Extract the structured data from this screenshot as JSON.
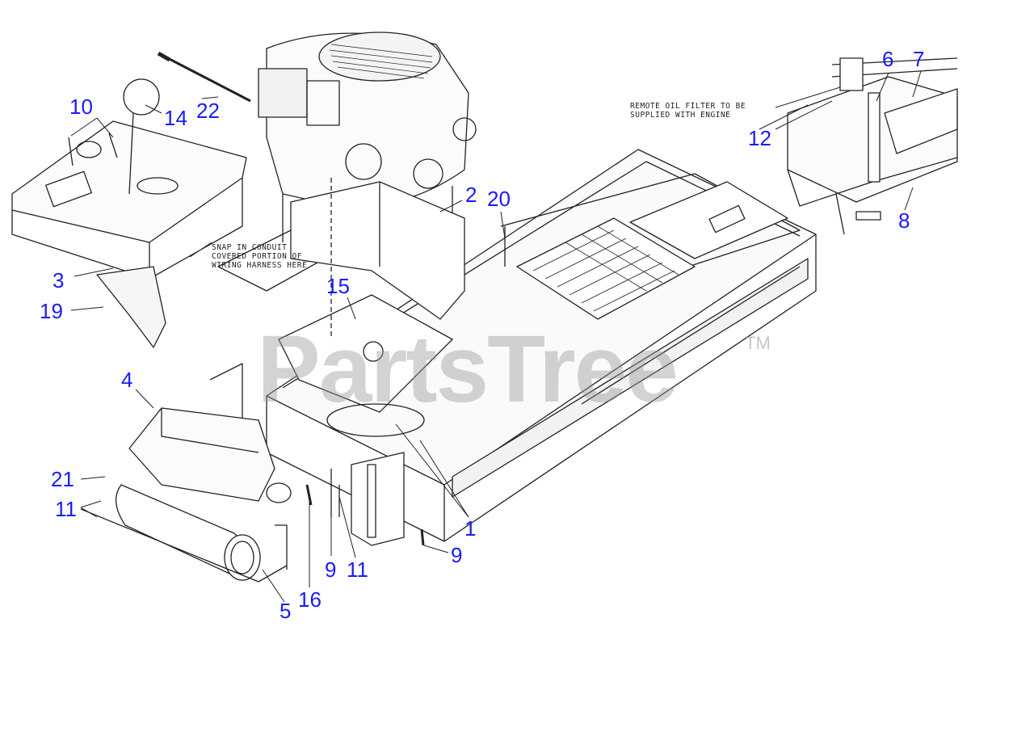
{
  "diagram": {
    "notes": {
      "conduit": "SNAP IN CONDUIT\nCOVERED PORTION OF\nWIRING HARNESS HERE",
      "oil_filter": "REMOTE OIL FILTER TO BE\nSUPPLIED WITH ENGINE"
    },
    "watermark": "PartsTree",
    "watermark_tm": "TM",
    "callouts": {
      "c10": "10",
      "c14": "14",
      "c22": "22",
      "c3": "3",
      "c19": "19",
      "c2": "2",
      "c20": "20",
      "c15": "15",
      "c6": "6",
      "c7": "7",
      "c12": "12",
      "c8": "8",
      "c4": "4",
      "c21": "21",
      "c11a": "11",
      "c1": "1",
      "c9a": "9",
      "c9b": "9",
      "c11b": "11",
      "c16": "16",
      "c5": "5"
    },
    "colors": {
      "callout": "#1a1aff",
      "linework": "#222222",
      "watermark": "#969696"
    }
  }
}
